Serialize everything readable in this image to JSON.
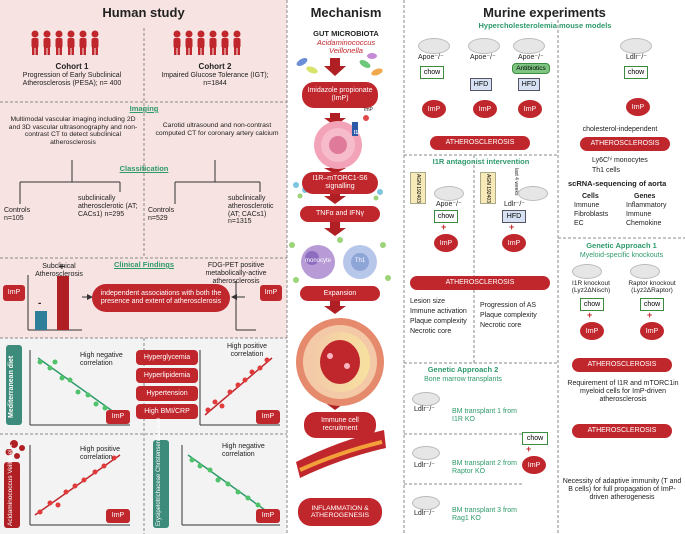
{
  "human": {
    "title": "Human study",
    "cohort1": {
      "title": "Cohort 1",
      "desc": "Progression of Early Subclinical Atherosclerosis (PESA); n= 400"
    },
    "cohort2": {
      "title": "Cohort 2",
      "desc": "Impaired Glucose Tolerance (IGT); n=1844"
    },
    "imaging_header": "Imaging",
    "imaging1": "Multimodal vascular imaging including 2D and 3D vascular ultrasonography and non-contrast CT to detect subclinical atherosclerosis",
    "imaging2": "Carotid ultrasound and non-contrast computed CT for coronary artery calcium",
    "classification_header": "Classification",
    "controls1": "Controls n=105",
    "subclin1": "subclinically atherosclerotic (AT; CACs1) n=295",
    "controls2": "Controls n=529",
    "subclin2": "subclinically atherosclerotic (AT; CACs1) n=1315",
    "clinical_header": "Clinical Findings",
    "subclinical_label": "Subclinical Atherosclerosis",
    "fdg_label": "FDG-PET positive metabolically-active atherosclerosis",
    "imp": "ImP",
    "minus": "-",
    "plus": "+",
    "independent": "independent associations with both the presence and extent of atherosclerosis",
    "med_diet": "Mediterranean diet",
    "high_neg": "High negative correlation",
    "high_pos": "High positive correlation",
    "conditions": [
      "Hyperglycemia",
      "Hyperlipidemia",
      "Hypertension",
      "High BMI/CRP"
    ],
    "acid": "Acidaminococcus Veillonella",
    "erys": "Erysipelotrichaceae Christensenellaceae",
    "high_pos2": "High positive correlation",
    "high_neg2": "High negative correlation"
  },
  "mechanism": {
    "title": "Mechanism",
    "gut": "GUT MICROBIOTA",
    "gut_species": "Acidaminococcus Veillonella",
    "imp_full": "Imidazole propionate (ImP)",
    "i1r": "I1R",
    "imp_small": "ImP",
    "signalling": "I1R–mTORC1-S6 signalling",
    "tnf": "TNFα and IFNγ",
    "monocyte": "monocyte",
    "th1": "Th1",
    "expansion": "Expansion",
    "recruitment": "Immune cell recruitment",
    "inflammation": "INFLAMMATION & ATHEROGENESIS"
  },
  "murine": {
    "title": "Murine experiments",
    "hyper_header": "Hypercholesterolemia mouse models",
    "apoe": "Apoe⁻/⁻",
    "ldlr": "Ldlr⁻/⁻",
    "chow": "chow",
    "hfd": "HFD",
    "antibiotics": "Antibiotics",
    "imp": "ImP",
    "athero": "ATHEROSCLEROSIS",
    "chol_indep": "cholesterol-independent",
    "ly6c": "Ly6Cʰⁱ monocytes",
    "th1cells": "Th1 cells",
    "scrna": "scRNA-sequencing of aorta",
    "cells_header": "Cells",
    "cells": [
      "Immune",
      "Fibroblasts",
      "EC"
    ],
    "genes_header": "Genes",
    "genes": [
      "Inflammatory",
      "Immune",
      "Chemokine"
    ],
    "i1r_header": "I1R antagonist intervention",
    "agn": "AGN 192403",
    "last4": "last 4 weeks",
    "plus": "+",
    "reductions_left": [
      "Lesion size",
      "Immune activation",
      "Plaque complexity",
      "Necrotic core"
    ],
    "reductions_right": [
      "Progression of AS",
      "Plaque complexity",
      "Necrotic core"
    ],
    "ga1_header": "Genetic Approach 1",
    "ga1_sub": "Myeloid-specific knockouts",
    "i1r_ko": "I1R knockout (Lyz2ΔNisch)",
    "raptor_ko": "Raptor knockout (Lyz2ΔRaptor)",
    "requirement": "Requirement of I1R and mTORC1in myeloid cells for ImP-driven atherosclerosis",
    "ga2_header": "Genetic Approach 2",
    "ga2_sub": "Bone marrow transplants",
    "bm1": "BM transplant 1 from I1R KO",
    "bm2": "BM transplant 2 from Raptor KO",
    "bm3": "BM transplant 3 from Rag1 KO",
    "necessity": "Necessity of adaptive immunity (T and B cells) for full propagation of ImP-driven atherogenesis"
  },
  "colors": {
    "red": "#c0272d",
    "green": "#2e9a6a",
    "teal": "#3d8b7a",
    "pink_bg": "#f7e3e1",
    "gray_bg": "#f3f3f3"
  }
}
